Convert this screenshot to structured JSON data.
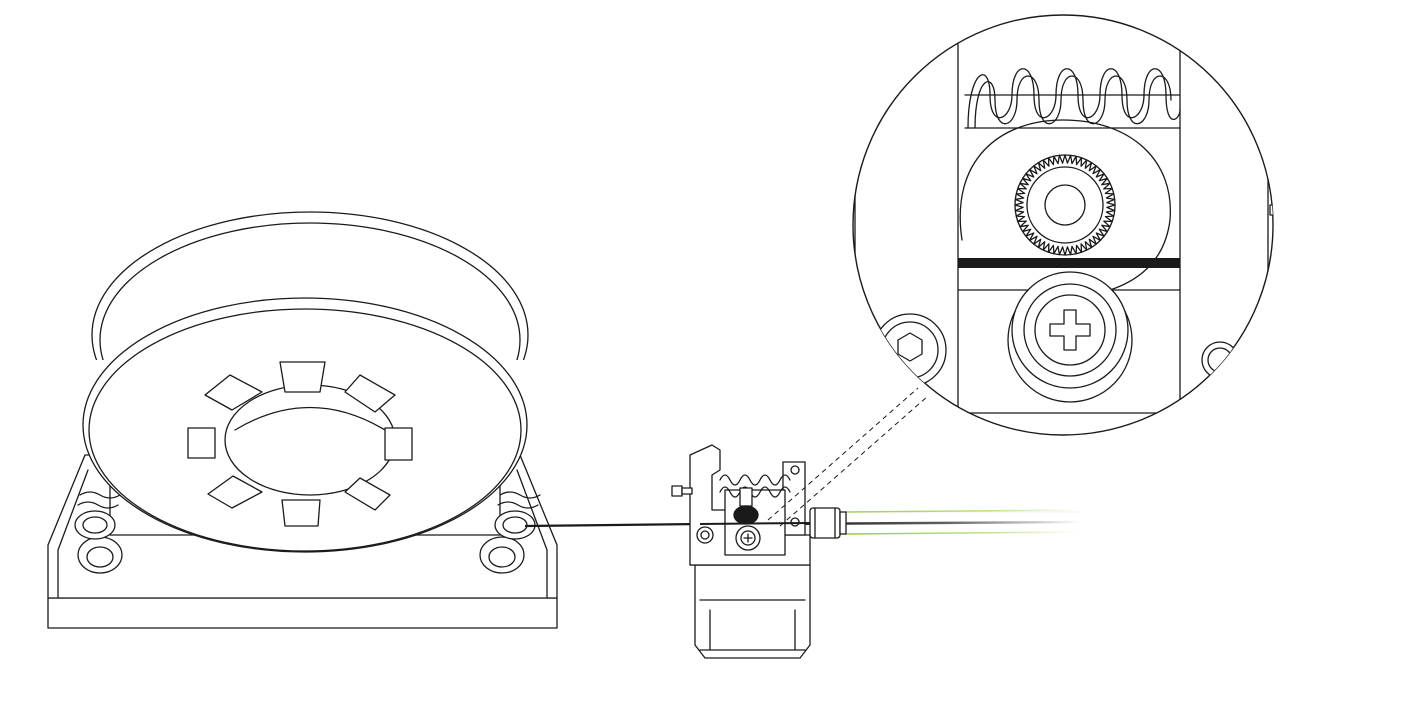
{
  "figure": {
    "type": "technical-line-drawing",
    "subject": "filament-spool-feeding-extruder",
    "colors": {
      "line": "#1a1a1a",
      "background": "#ffffff",
      "filament": "#1a1a1a",
      "ptfe_tube_outline": "#9acd32"
    },
    "components": [
      {
        "name": "filament-spool",
        "icon": "spool-icon"
      },
      {
        "name": "spool-holder",
        "icon": "holder-bracket-icon"
      },
      {
        "name": "filament",
        "icon": "filament-line-icon"
      },
      {
        "name": "extruder",
        "icon": "extruder-icon"
      },
      {
        "name": "stepper-motor",
        "icon": "motor-icon"
      },
      {
        "name": "ptfe-tube",
        "icon": "tube-icon"
      },
      {
        "name": "magnified-detail",
        "icon": "zoom-circle-icon"
      }
    ],
    "detail": {
      "parts": [
        "tension-spring",
        "drive-gear",
        "filament-path",
        "idler-bearing",
        "hex-screw",
        "mount-hole"
      ]
    },
    "labels": []
  }
}
